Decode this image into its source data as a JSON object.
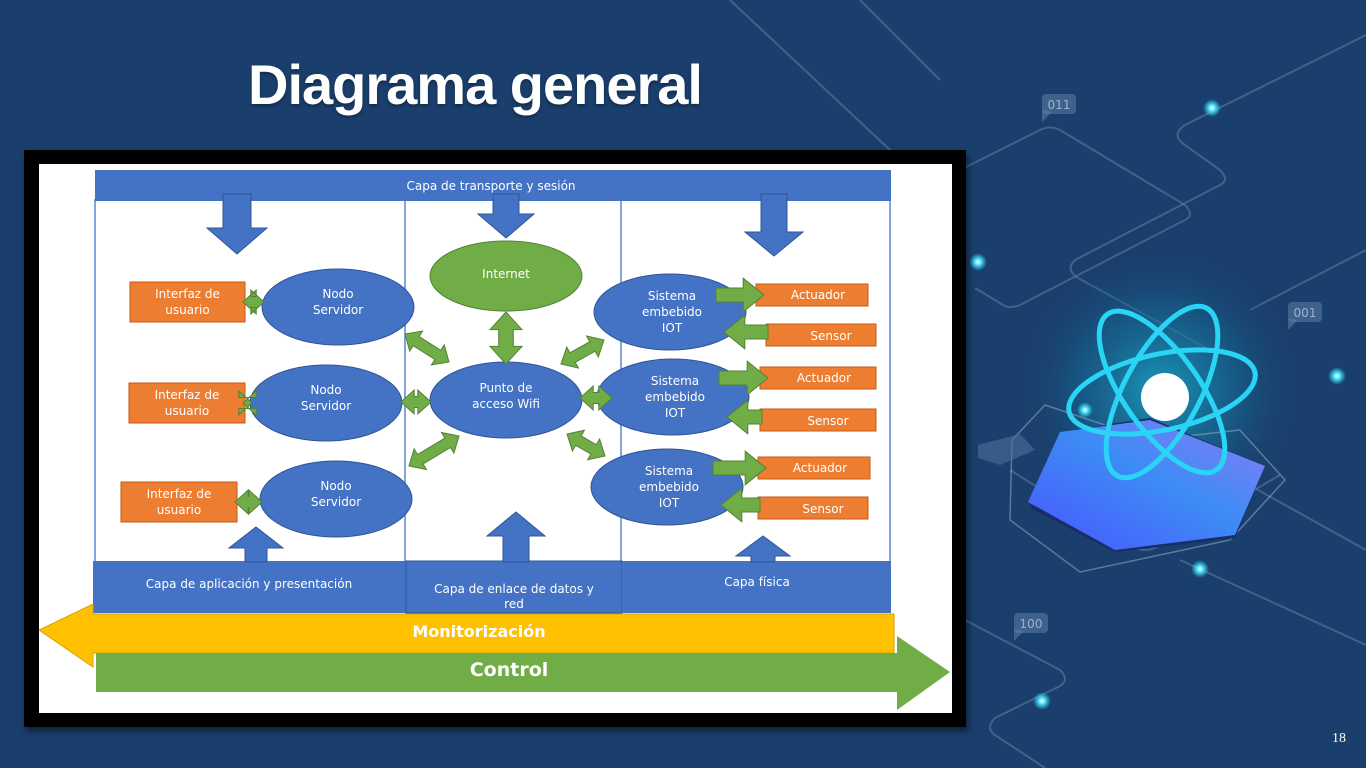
{
  "slide": {
    "title": "Diagrama general",
    "page_number": "18"
  },
  "decor": {
    "binary_tags": [
      "011",
      "001",
      "100"
    ]
  },
  "diagram": {
    "layers": {
      "top": "Capa de transporte y sesión",
      "bottom_left": "Capa de aplicación y presentación",
      "bottom_mid_line1": "Capa de enlace de datos y",
      "bottom_mid_line2": "red",
      "bottom_right": "Capa física"
    },
    "internet": "Internet",
    "access_point": {
      "line1": "Punto de",
      "line2": "acceso Wifi"
    },
    "servers": [
      {
        "line1": "Nodo",
        "line2": "Servidor"
      },
      {
        "line1": "Nodo",
        "line2": "Servidor"
      },
      {
        "line1": "Nodo",
        "line2": "Servidor"
      }
    ],
    "interfaces": [
      {
        "line1": "Interfaz de",
        "line2": "usuario"
      },
      {
        "line1": "Interfaz de",
        "line2": "usuario"
      },
      {
        "line1": "Interfaz de",
        "line2": "usuario"
      }
    ],
    "embedded": [
      {
        "line1": "Sistema",
        "line2": "embebido",
        "line3": "IOT",
        "actuator": "Actuador",
        "sensor": "Sensor"
      },
      {
        "line1": "Sistema",
        "line2": "embebido",
        "line3": "IOT",
        "actuator": "Actuador",
        "sensor": "Sensor"
      },
      {
        "line1": "Sistema",
        "line2": "embebido",
        "line3": "IOT",
        "actuator": "Actuador",
        "sensor": "Sensor"
      }
    ],
    "monitor_band": "Monitorización",
    "control_band": "Control",
    "colors": {
      "layer_blue": "#4472c4",
      "node_green": "#70ad47",
      "box_orange": "#ed7d31",
      "monitor_yellow": "#ffc000",
      "slide_bg": "#1a3f6c",
      "accent_cyan": "#2ad4f5"
    }
  }
}
